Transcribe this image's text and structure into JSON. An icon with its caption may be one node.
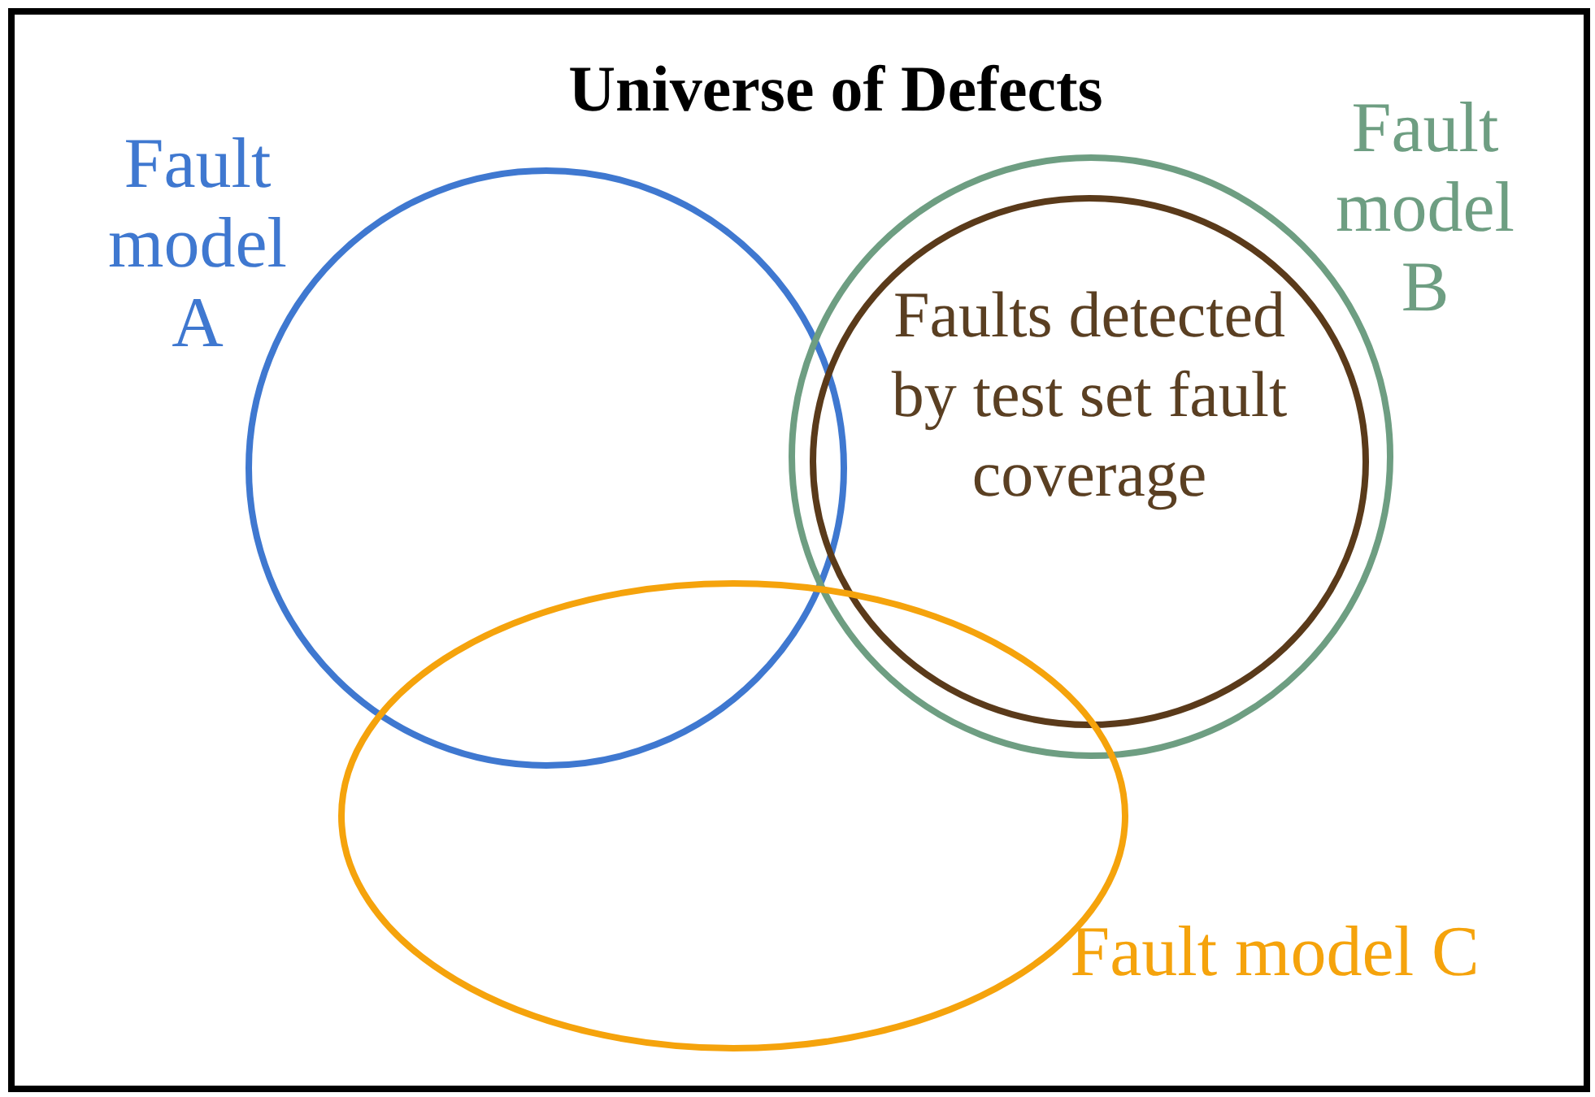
{
  "diagram": {
    "nodes": [
      {
        "text": [
          "Universe of Defects"
        ]
      },
      {
        "text": [
          "Fault model A"
        ],
        "in": 0
      },
      {
        "text": [
          "Fault model B"
        ],
        "in": 0
      },
      {
        "text": [
          "Faults detected by test set fault coverage"
        ],
        "in": 2
      },
      {
        "text": [
          "Fault model C"
        ],
        "in": 0
      }
    ]
  }
}
